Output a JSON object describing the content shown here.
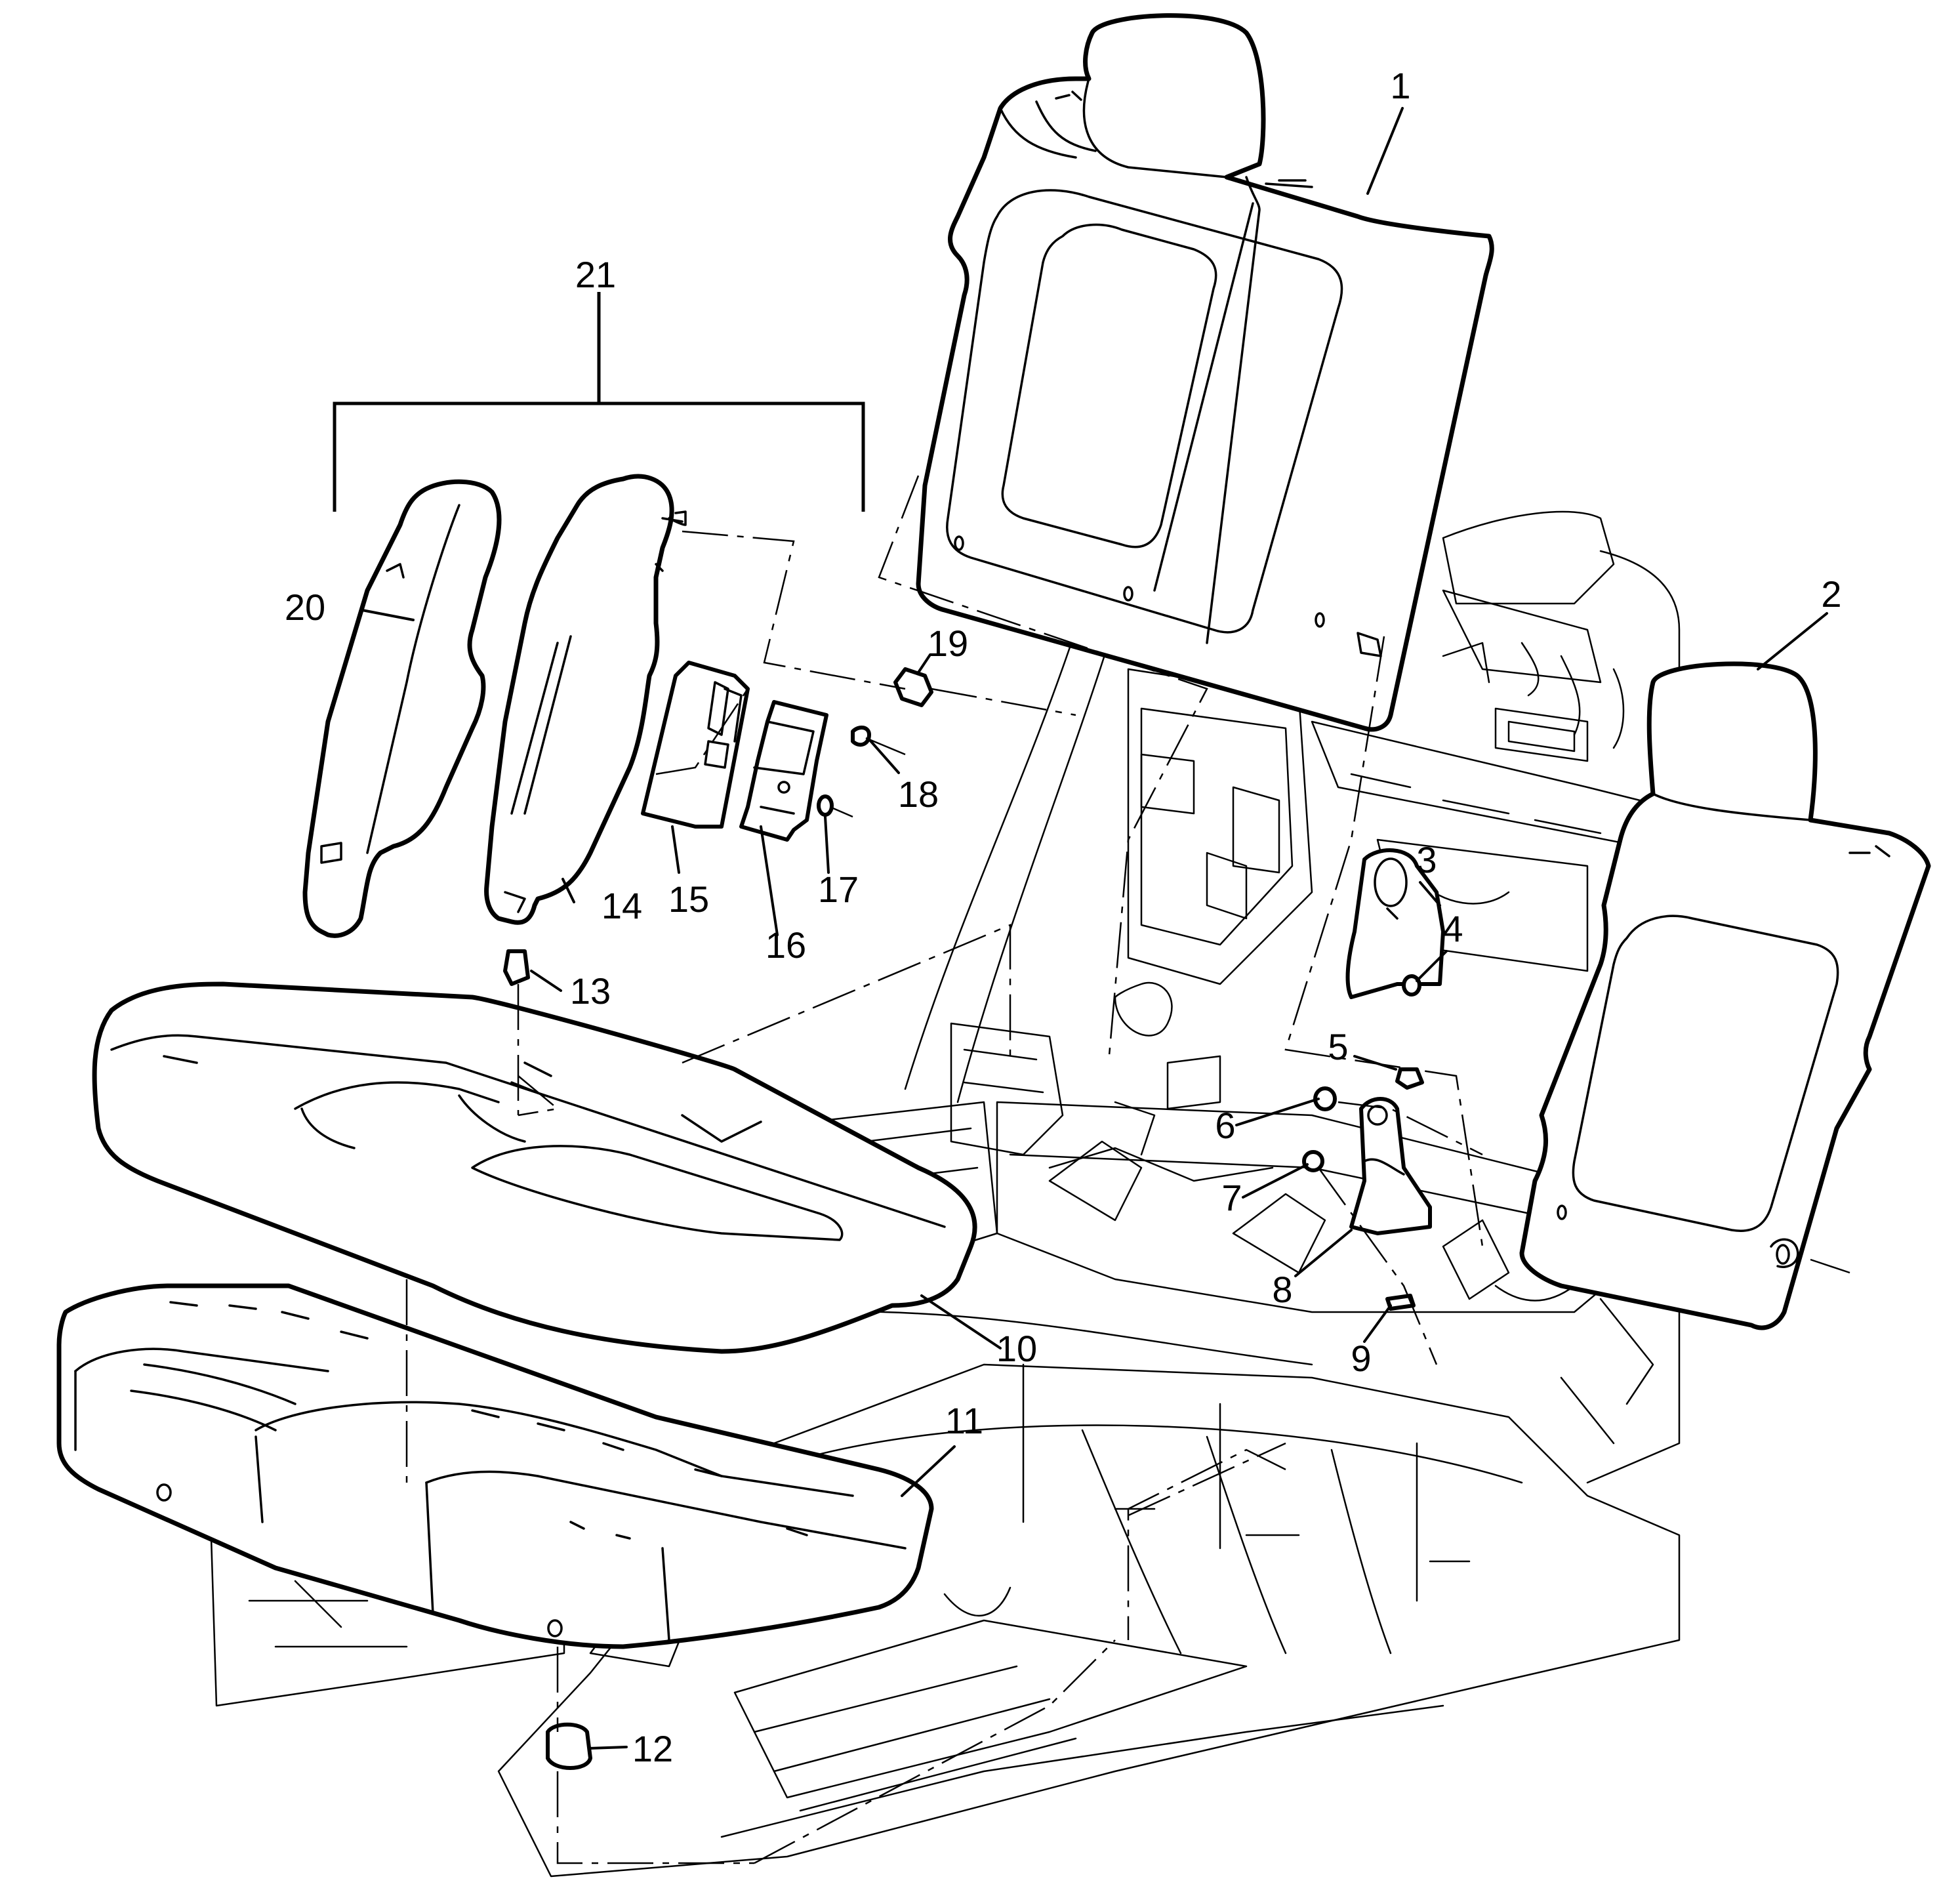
{
  "colors": {
    "ink": "#000000",
    "paper": "#ffffff"
  },
  "callouts": [
    {
      "id": "c1",
      "text": "1"
    },
    {
      "id": "c2",
      "text": "2"
    },
    {
      "id": "c3",
      "text": "3"
    },
    {
      "id": "c4",
      "text": "4"
    },
    {
      "id": "c5",
      "text": "5"
    },
    {
      "id": "c6",
      "text": "6"
    },
    {
      "id": "c7",
      "text": "7"
    },
    {
      "id": "c8",
      "text": "8"
    },
    {
      "id": "c9",
      "text": "9"
    },
    {
      "id": "c10",
      "text": "10"
    },
    {
      "id": "c11",
      "text": "11"
    },
    {
      "id": "c12",
      "text": "12"
    },
    {
      "id": "c13",
      "text": "13"
    },
    {
      "id": "c14",
      "text": "14"
    },
    {
      "id": "c15",
      "text": "15"
    },
    {
      "id": "c16",
      "text": "16"
    },
    {
      "id": "c17",
      "text": "17"
    },
    {
      "id": "c18",
      "text": "18"
    },
    {
      "id": "c19",
      "text": "19"
    },
    {
      "id": "c20",
      "text": "20"
    },
    {
      "id": "c21",
      "text": "21"
    }
  ]
}
